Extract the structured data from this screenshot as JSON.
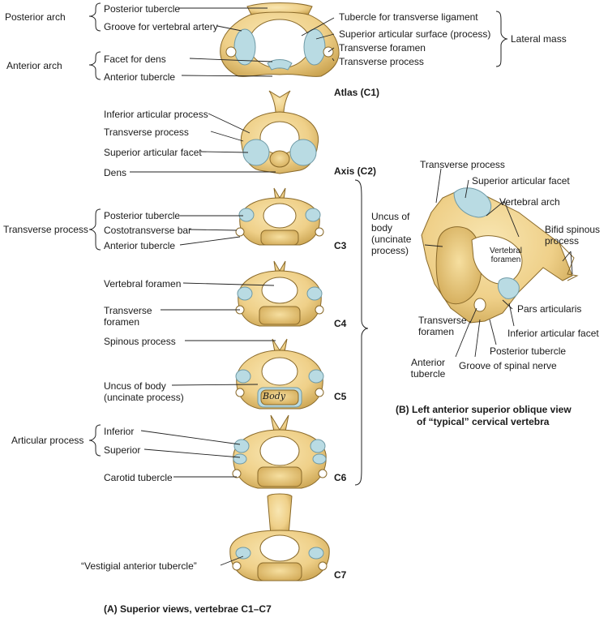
{
  "figure_a": {
    "caption": "(A)  Superior views, vertebrae C1–C7",
    "groups": {
      "posterior_arch": "Posterior arch",
      "anterior_arch": "Anterior arch",
      "lateral_mass": "Lateral mass",
      "transverse_process": "Transverse process",
      "articular_process": "Articular process"
    },
    "vertebrae": {
      "atlas": "Atlas (C1)",
      "axis": "Axis (C2)",
      "c3": "C3",
      "c4": "C4",
      "c5": "C5",
      "c6": "C6",
      "c7": "C7"
    },
    "labels": {
      "posterior_tubercle": "Posterior tubercle",
      "groove_vertebral_artery": "Groove for vertebral artery",
      "facet_for_dens": "Facet for dens",
      "anterior_tubercle_c1": "Anterior tubercle",
      "tubercle_transverse_ligament": "Tubercle for transverse ligament",
      "superior_articular_surface": "Superior articular surface (process)",
      "transverse_foramen_c1": "Transverse foramen",
      "transverse_process_c1": "Transverse process",
      "inferior_articular_process": "Inferior articular process",
      "transverse_process_c2": "Transverse process",
      "superior_articular_facet_c2": "Superior articular facet",
      "dens": "Dens",
      "posterior_tubercle_c3": "Posterior tubercle",
      "costotransverse_bar": "Costotransverse bar",
      "anterior_tubercle_c3": "Anterior tubercle",
      "vertebral_foramen": "Vertebral foramen",
      "transverse_foramen_c4": "Transverse\nforamen",
      "spinous_process": "Spinous process",
      "uncus_of_body": "Uncus of body\n(uncinate process)",
      "inferior": "Inferior",
      "superior": "Superior",
      "carotid_tubercle": "Carotid tubercle",
      "vestigial_anterior_tubercle": "“Vestigial anterior tubercle”",
      "body_text": "Body"
    }
  },
  "figure_b": {
    "caption_line1": "(B)  Left anterior superior oblique view",
    "caption_line2": "of “typical” cervical vertebra",
    "labels": {
      "transverse_process": "Transverse process",
      "superior_articular_facet": "Superior articular facet",
      "vertebral_arch": "Vertebral arch",
      "bifid_spinous_process": "Bifid spinous\nprocess",
      "uncus_of_body": "Uncus of\nbody\n(uncinate\nprocess)",
      "vertebral_foramen": "Vertebral\nforamen",
      "pars_articularis": "Pars articularis",
      "transverse_foramen": "Transverse\nforamen",
      "inferior_articular_facet": "Inferior articular facet",
      "posterior_tubercle": "Posterior tubercle",
      "anterior_tubercle": "Anterior\ntubercle",
      "groove_spinal_nerve": "Groove of spinal nerve"
    }
  },
  "colors": {
    "bone": "#f2d898",
    "bone_shadow": "#c9a24f",
    "cartilage": "#b9dbe3",
    "line": "#222222",
    "text": "#1a1a1a"
  }
}
